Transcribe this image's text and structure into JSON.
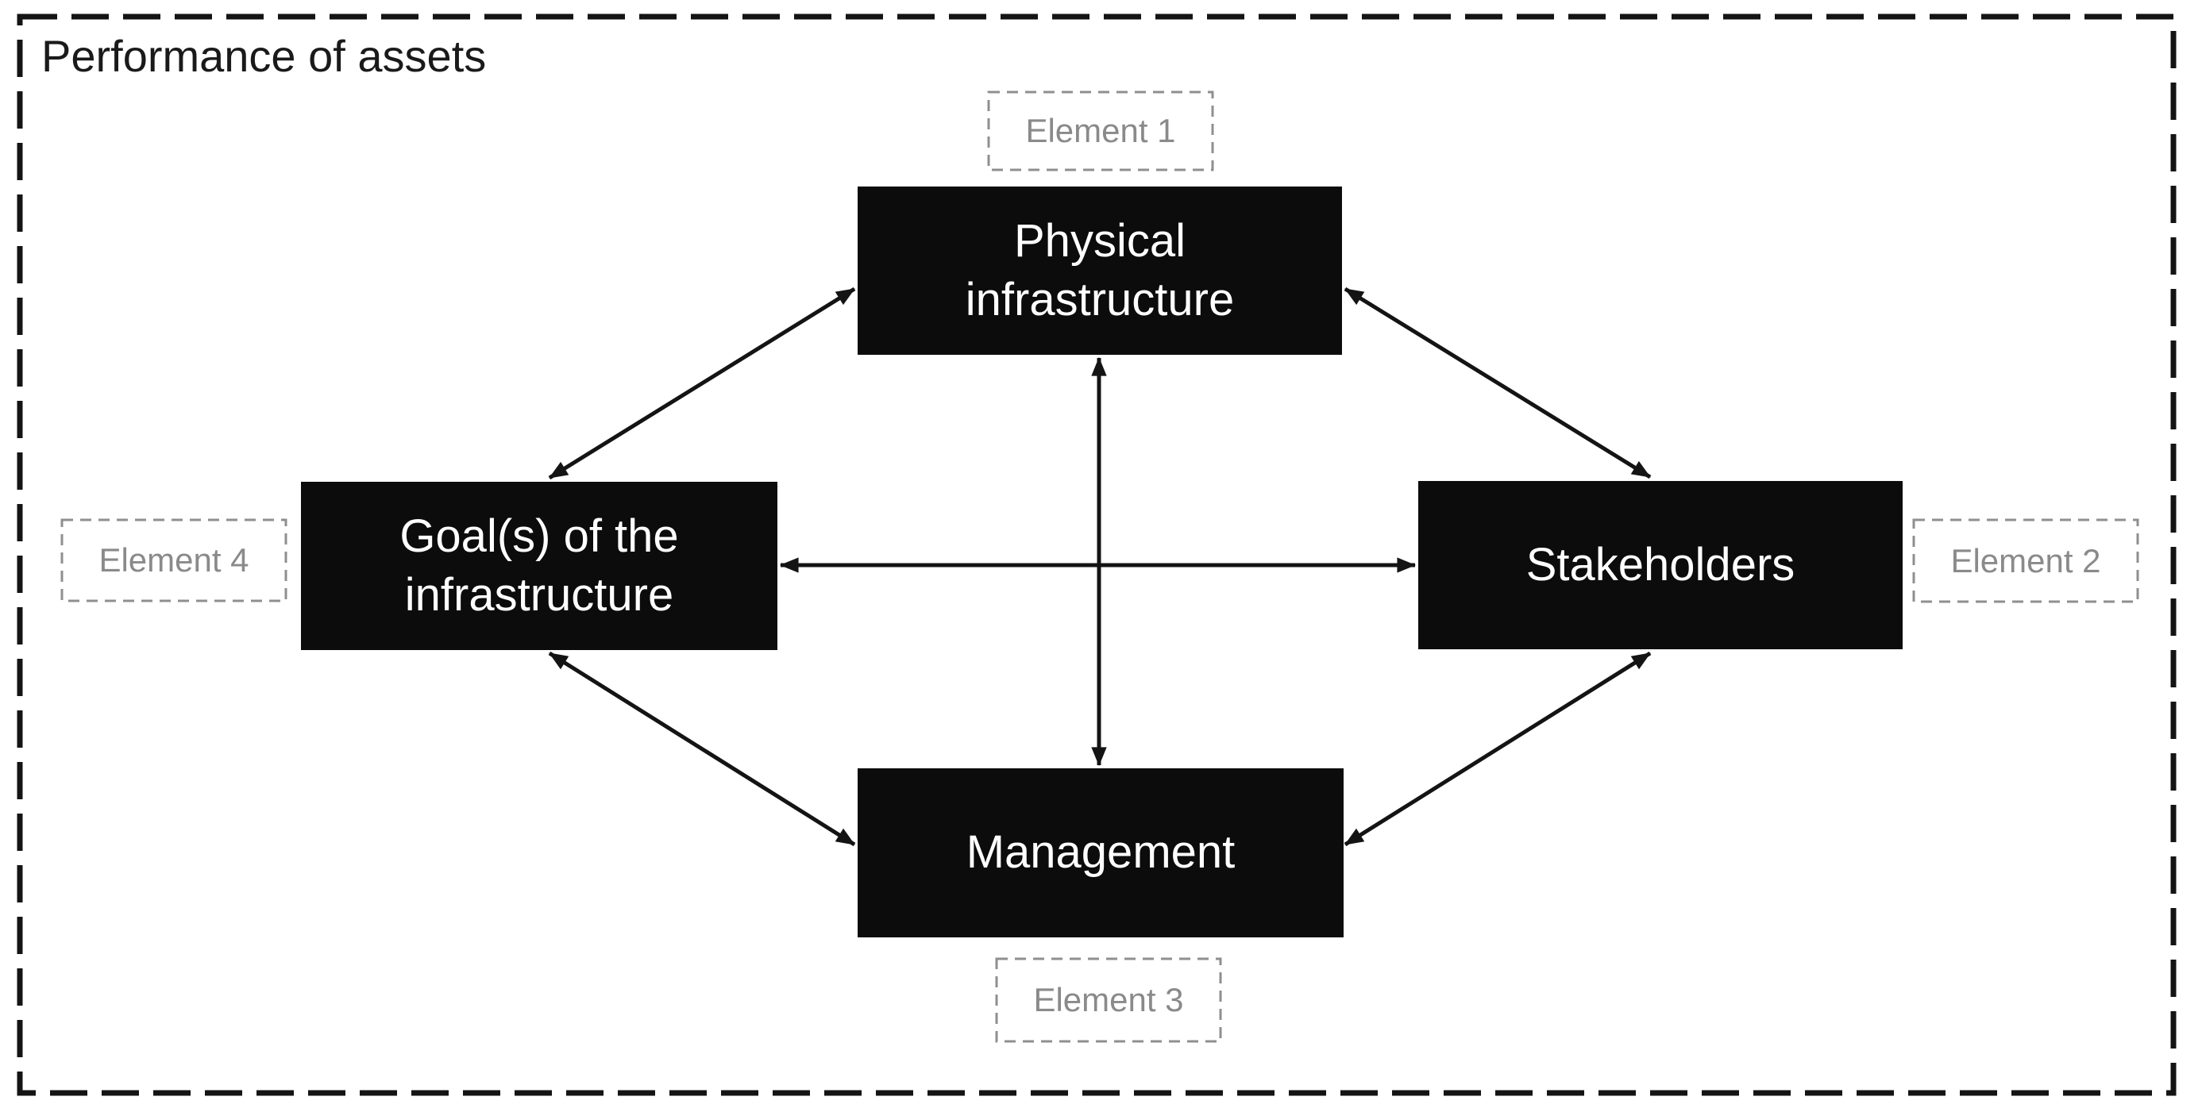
{
  "title": "Performance of assets",
  "nodes": {
    "physical": {
      "label": "Physical\ninfrastructure"
    },
    "goals": {
      "label": "Goal(s) of the\ninfrastructure"
    },
    "stakeholders": {
      "label": "Stakeholders"
    },
    "management": {
      "label": "Management"
    }
  },
  "elements": {
    "e1": {
      "label": "Element 1"
    },
    "e2": {
      "label": "Element 2"
    },
    "e3": {
      "label": "Element 3"
    },
    "e4": {
      "label": "Element 4"
    }
  },
  "connections": [
    {
      "from": "goals",
      "to": "physical",
      "bidirectional": true
    },
    {
      "from": "physical",
      "to": "stakeholders",
      "bidirectional": true
    },
    {
      "from": "goals",
      "to": "stakeholders",
      "bidirectional": true
    },
    {
      "from": "physical",
      "to": "management",
      "bidirectional": true
    },
    {
      "from": "goals",
      "to": "management",
      "bidirectional": true
    },
    {
      "from": "management",
      "to": "stakeholders",
      "bidirectional": true
    }
  ],
  "colors": {
    "background": "#ffffff",
    "frame-border": "#141414",
    "title-text": "#1a1a1a",
    "node-bg": "#0c0c0c",
    "node-text": "#ffffff",
    "element-border": "#8f8f8f",
    "element-text": "#8a8a8a",
    "arrow": "#141414"
  }
}
